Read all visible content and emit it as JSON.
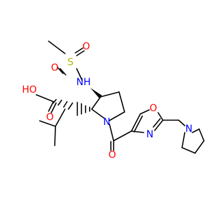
{
  "colors": {
    "bond": "#000000",
    "oxygen": "#ff0000",
    "nitrogen": "#0000ff",
    "sulfur": "#b3b300",
    "background": "#ffffff"
  },
  "atoms": {
    "methyl_ch3": "",
    "sulfonyl_s": "S",
    "sulfonyl_o1": "O",
    "sulfonyl_o2": "O",
    "sulfonamide_nh": "NH",
    "hydroxyl": "HO",
    "carboxyl_o": "O",
    "pyrrolidine_n": "N",
    "amide_o": "O",
    "oxazole_n": "N",
    "oxazole_o": "O",
    "pyrrolidinyl_n": "N"
  }
}
